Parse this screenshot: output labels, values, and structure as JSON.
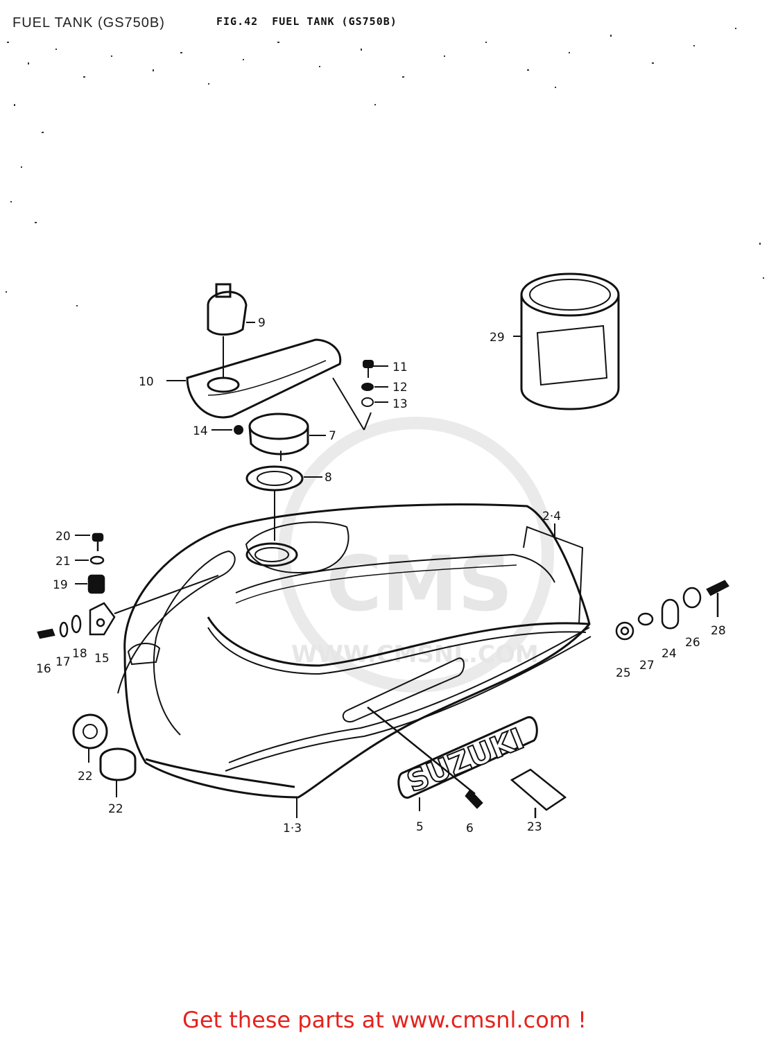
{
  "header": {
    "title": "FUEL TANK (GS750B)",
    "figure_title": "FIG.42  FUEL TANK (GS750B)"
  },
  "watermark": {
    "text": "WWW.CMSNL.COM",
    "logo_text": "CMS"
  },
  "emblem_text": "SUZUKI",
  "callouts": [
    "1·3",
    "2·4",
    "5",
    "6",
    "7",
    "8",
    "9",
    "10",
    "11",
    "12",
    "13",
    "14",
    "15",
    "16",
    "17",
    "18",
    "19",
    "20",
    "21",
    "22",
    "22",
    "23",
    "24",
    "25",
    "26",
    "27",
    "28",
    "29"
  ],
  "footer": {
    "text": "Get these parts at www.cmsnl.com !"
  },
  "colors": {
    "footer": "#e5221c",
    "line": "#111111",
    "watermark": "#d9d9d9"
  }
}
